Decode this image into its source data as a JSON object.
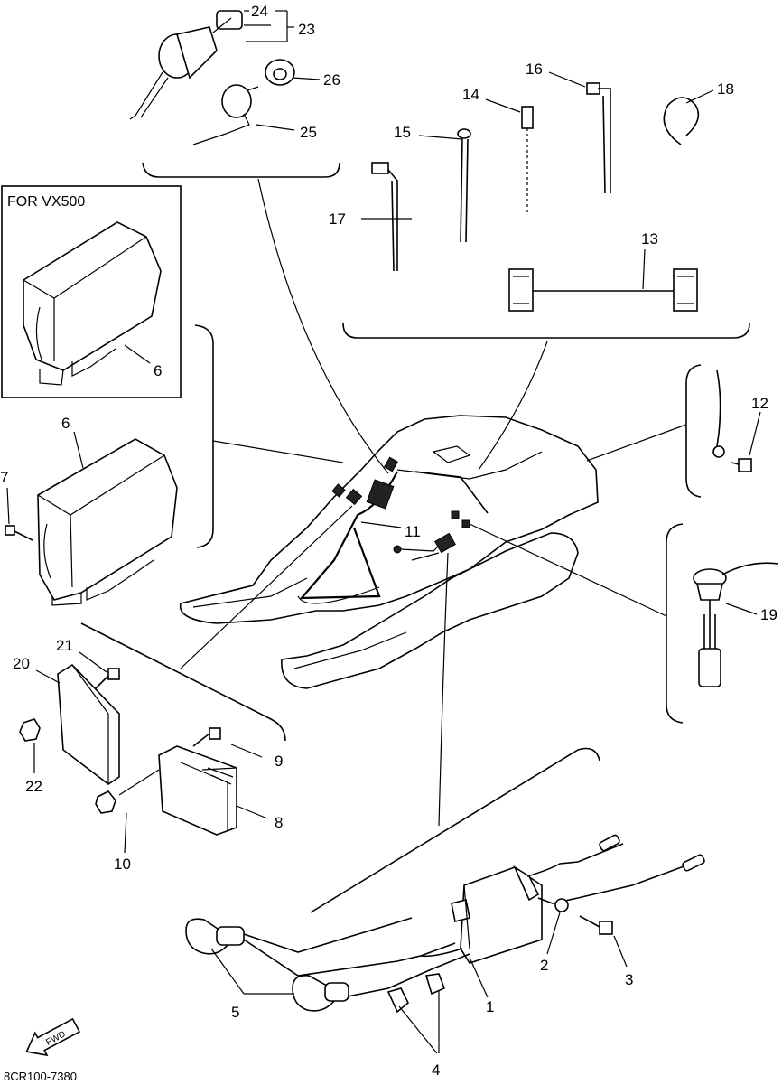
{
  "inset_title": "FOR VX500",
  "drawing_code": "8CR100-7380",
  "fwd_label": "FWD",
  "callouts": {
    "c1": "1",
    "c2": "2",
    "c3": "3",
    "c4": "4",
    "c5": "5",
    "c6a": "6",
    "c6b": "6",
    "c7": "7",
    "c8": "8",
    "c9": "9",
    "c10": "10",
    "c11": "11",
    "c12": "12",
    "c13": "13",
    "c14": "14",
    "c15": "15",
    "c16": "16",
    "c17": "17",
    "c18": "18",
    "c19": "19",
    "c20": "20",
    "c21": "21",
    "c22": "22",
    "c23": "23",
    "c24": "24",
    "c25": "25",
    "c26": "26"
  }
}
